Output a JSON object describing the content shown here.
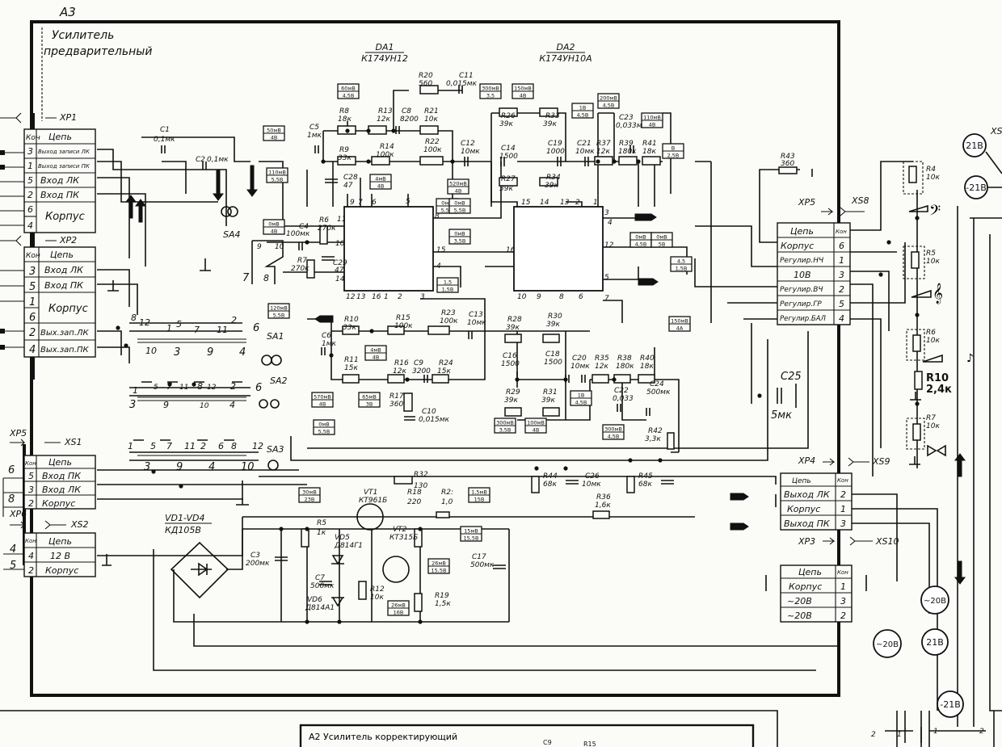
{
  "sheet": {
    "label": "A3",
    "title_line1": "Усилитель",
    "title_line2": "предварительный"
  },
  "footer_block": {
    "title": "A2  Усилитель корректирующий",
    "labels": [
      "C9",
      "R15"
    ]
  },
  "chips": [
    {
      "ref": "DA1",
      "part": "К174УН12"
    },
    {
      "ref": "DA2",
      "part": "К174УН10А"
    }
  ],
  "connectors": {
    "xp1": {
      "name": "XP1",
      "header_pin": "Кон",
      "header_net": "Цепь",
      "rows": [
        {
          "pin": "3",
          "net": "Выход записи ЛК"
        },
        {
          "pin": "1",
          "net": "Выход записи ПК"
        },
        {
          "pin": "5",
          "net": "Вход ЛК"
        },
        {
          "pin": "2",
          "net": "Вход ПК"
        },
        {
          "pin": "6",
          "net": "Корпус"
        },
        {
          "pin": "4",
          "net": ""
        }
      ]
    },
    "xp2": {
      "name": "XP2",
      "header_pin": "Кон",
      "header_net": "Цепь",
      "rows": [
        {
          "pin": "3",
          "net": "Вход ЛК"
        },
        {
          "pin": "5",
          "net": "Вход ПК"
        },
        {
          "pin": "1",
          "net": "Корпус"
        },
        {
          "pin": "6",
          "net": ""
        },
        {
          "pin": "2",
          "net": "Вых.зап.ЛК"
        },
        {
          "pin": "4",
          "net": "Вых.зап.ПК"
        }
      ]
    },
    "xs1": {
      "name": "XS1",
      "plug": "XP5",
      "header_pin": "Кон",
      "header_net": "Цепь",
      "side_pins": [
        "6",
        "8"
      ],
      "rows": [
        {
          "pin": "5",
          "net": "Вход ПК"
        },
        {
          "pin": "3",
          "net": "Вход ЛК"
        },
        {
          "pin": "2",
          "net": "Корпус"
        }
      ]
    },
    "xs2": {
      "name": "XS2",
      "plug": "XP6",
      "header_pin": "Кон",
      "header_net": "Цепь",
      "side_pins": [
        "4",
        "5"
      ],
      "rows": [
        {
          "pin": "4",
          "net": "12 В"
        },
        {
          "pin": "2",
          "net": "Корпус"
        }
      ]
    },
    "xp5_xs8": {
      "plug": "XP5",
      "socket": "XS8",
      "header_net": "Цепь",
      "header_pin": "Кон",
      "rows": [
        {
          "net": "Корпус",
          "pin": "6"
        },
        {
          "net": "Регулир.НЧ",
          "pin": "1"
        },
        {
          "net": "10В",
          "pin": "3"
        },
        {
          "net": "Регулир.ВЧ",
          "pin": "2"
        },
        {
          "net": "Регулир.ГР",
          "pin": "5"
        },
        {
          "net": "Регулир.БАЛ",
          "pin": "4"
        }
      ]
    },
    "xp4_xs9": {
      "plug": "XP4",
      "socket": "XS9",
      "header_net": "Цепь",
      "header_pin": "Кон",
      "rows": [
        {
          "net": "Выход ЛК",
          "pin": "2"
        },
        {
          "net": "Корпус",
          "pin": "1"
        },
        {
          "net": "Выход ПК",
          "pin": "3"
        }
      ]
    },
    "xp3_xs10": {
      "plug": "XP3",
      "socket": "XS10",
      "header_net": "Цепь",
      "header_pin": "Кон",
      "rows": [
        {
          "net": "Корпус",
          "pin": "1"
        },
        {
          "net": "~20В",
          "pin": "3"
        },
        {
          "net": "~20В",
          "pin": "2"
        }
      ]
    }
  },
  "switches": {
    "sa1": {
      "ref": "SA1",
      "pins": [
        "8",
        "12",
        "1",
        "5",
        "7",
        "11",
        "2",
        "6",
        "10",
        "3",
        "9",
        "4"
      ]
    },
    "sa2": {
      "ref": "SA2",
      "pins": [
        "1",
        "5",
        "7",
        "11",
        "8",
        "12",
        "2",
        "6",
        "3",
        "9",
        "10",
        "4"
      ]
    },
    "sa3": {
      "ref": "SA3",
      "pins": [
        "1",
        "5",
        "7",
        "11",
        "2",
        "6",
        "8",
        "12",
        "3",
        "9",
        "4",
        "10"
      ]
    },
    "sa4": {
      "ref": "SA4",
      "pins": [
        "9",
        "10",
        "7",
        "8"
      ]
    }
  },
  "components": {
    "c1": {
      "ref": "C1",
      "value": "0,1мк"
    },
    "c2": {
      "ref": "C2",
      "value": "0,1мк"
    },
    "c3": {
      "ref": "C3",
      "value": "200мк"
    },
    "c4": {
      "ref": "C4",
      "value": "100мк"
    },
    "c5": {
      "ref": "C5",
      "value": "1мк"
    },
    "c6": {
      "ref": "C6",
      "value": "1мк"
    },
    "c7": {
      "ref": "C7",
      "value": "500мк"
    },
    "c8": {
      "ref": "C8",
      "value": "8200"
    },
    "c9": {
      "ref": "C9",
      "value": "3200"
    },
    "c10": {
      "ref": "C10",
      "value": "0,015мк"
    },
    "c11": {
      "ref": "C11",
      "value": "0,015мк"
    },
    "c12": {
      "ref": "C12",
      "value": "10мк"
    },
    "c13": {
      "ref": "C13",
      "value": "10мк"
    },
    "c14": {
      "ref": "C14",
      "value": "1500"
    },
    "c16": {
      "ref": "C16",
      "value": "1500"
    },
    "c17": {
      "ref": "C17",
      "value": "500мк"
    },
    "c18": {
      "ref": "C18",
      "value": "1500"
    },
    "c19": {
      "ref": "C19",
      "value": "1000"
    },
    "c20": {
      "ref": "C20",
      "value": "10мк"
    },
    "c21": {
      "ref": "C21",
      "value": "10мк"
    },
    "c22": {
      "ref": "C22",
      "value": "0,033"
    },
    "c23": {
      "ref": "C23",
      "value": "0,033мк"
    },
    "c24": {
      "ref": "C24",
      "value": "500мк"
    },
    "c25": {
      "ref": "C25",
      "value": "5мк"
    },
    "c26": {
      "ref": "C26",
      "value": "10мк"
    },
    "c28": {
      "ref": "C28",
      "value": "47"
    },
    "c29": {
      "ref": "C29",
      "value": "47"
    },
    "r4": {
      "ref": "R4",
      "value": "10к"
    },
    "r5": {
      "ref": "R5",
      "value": "10к"
    },
    "r5b": {
      "ref": "R5",
      "value": "1к"
    },
    "r6": {
      "ref": "R6",
      "value": "10к"
    },
    "r7": {
      "ref": "R7",
      "value": "10к"
    },
    "r7b": {
      "ref": "R7",
      "value": "270к"
    },
    "r8": {
      "ref": "R8",
      "value": "18к"
    },
    "r6b": {
      "ref": "R6",
      "value": "270к"
    },
    "r9": {
      "ref": "R9",
      "value": "33к"
    },
    "r10": {
      "ref": "R10",
      "value": "33к"
    },
    "r10b": {
      "ref": "R10",
      "value": "2,4к"
    },
    "r11": {
      "ref": "R11",
      "value": "15к"
    },
    "r12": {
      "ref": "R12",
      "value": "10к"
    },
    "r13": {
      "ref": "R13",
      "value": "12к"
    },
    "r14": {
      "ref": "R14",
      "value": "100к"
    },
    "r15": {
      "ref": "R15",
      "value": "100к"
    },
    "r16": {
      "ref": "R16",
      "value": "12к"
    },
    "r17": {
      "ref": "R17",
      "value": "360"
    },
    "r18": {
      "ref": "R18",
      "value": "220"
    },
    "r19": {
      "ref": "R19",
      "value": "1,5к"
    },
    "r20": {
      "ref": "R20",
      "value": "560"
    },
    "r21": {
      "ref": "R21",
      "value": "10к"
    },
    "r22": {
      "ref": "R22",
      "value": "100к"
    },
    "r23": {
      "ref": "R23",
      "value": "100к"
    },
    "r24": {
      "ref": "R24",
      "value": "15к"
    },
    "r26": {
      "ref": "R26",
      "value": "39к"
    },
    "r27": {
      "ref": "R27",
      "value": "39к"
    },
    "r28": {
      "ref": "R28",
      "value": "39к"
    },
    "r29": {
      "ref": "R29",
      "value": "39к"
    },
    "r30": {
      "ref": "R30",
      "value": "39к"
    },
    "r31": {
      "ref": "R31",
      "value": "39к"
    },
    "r32": {
      "ref": "R32",
      "value": "130"
    },
    "r33": {
      "ref": "R33",
      "value": "39к"
    },
    "r34": {
      "ref": "R34",
      "value": "39к"
    },
    "r35": {
      "ref": "R35",
      "value": "12к"
    },
    "r36": {
      "ref": "R36",
      "value": "1,6к"
    },
    "r37": {
      "ref": "R37",
      "value": "12к"
    },
    "r38": {
      "ref": "R38",
      "value": "180к"
    },
    "r39": {
      "ref": "R39",
      "value": "180к"
    },
    "r40": {
      "ref": "R40",
      "value": "18к"
    },
    "r41": {
      "ref": "R41",
      "value": "18к"
    },
    "r42": {
      "ref": "R42",
      "value": "3,3к"
    },
    "r43": {
      "ref": "R43",
      "value": "360"
    },
    "r44": {
      "ref": "R44",
      "value": "68к"
    },
    "r45": {
      "ref": "R45",
      "value": "68к"
    },
    "r2x": {
      "ref": "R2:",
      "value": "1,0"
    },
    "vt1": {
      "ref": "VT1",
      "value": "КТ961Б"
    },
    "vt2": {
      "ref": "VT2",
      "value": "КТ315Б"
    },
    "vd14": {
      "ref": "VD1-VD4",
      "value": "КД105В"
    },
    "vd5": {
      "ref": "VD5",
      "value": "Д814Г1"
    },
    "vd6": {
      "ref": "VD6",
      "value": "Д814А1"
    }
  },
  "voltage_tags": [
    {
      "id": "v1",
      "top": "60мВ",
      "bottom": "4,5В"
    },
    {
      "id": "v2",
      "top": "50мВ",
      "bottom": "4В"
    },
    {
      "id": "v3",
      "top": "110мВ",
      "bottom": "5,5В"
    },
    {
      "id": "v4",
      "top": "0мВ",
      "bottom": "4В"
    },
    {
      "id": "v5",
      "top": "4мВ",
      "bottom": "4В"
    },
    {
      "id": "v6",
      "top": "120мВ",
      "bottom": "5,5В"
    },
    {
      "id": "v7",
      "top": "520мВ",
      "bottom": "4В"
    },
    {
      "id": "v8",
      "top": "0мВ",
      "bottom": "3,5В"
    },
    {
      "id": "v9",
      "top": "1,5",
      "bottom": "1,5В"
    },
    {
      "id": "v10",
      "top": "300мВ",
      "bottom": "3,5"
    },
    {
      "id": "v11",
      "top": "150мВ",
      "bottom": "4В"
    },
    {
      "id": "v12",
      "top": "1В",
      "bottom": "4,5В"
    },
    {
      "id": "v13",
      "top": "200мВ",
      "bottom": "4,5В"
    },
    {
      "id": "v14",
      "top": "110мВ",
      "bottom": "4В"
    },
    {
      "id": "v15",
      "top": "В",
      "bottom": "2,5В"
    },
    {
      "id": "v16",
      "top": "0мВ",
      "bottom": "4,5В"
    },
    {
      "id": "v17",
      "top": "0мВ",
      "bottom": "5В"
    },
    {
      "id": "v18",
      "top": "4,5",
      "bottom": "1,5В"
    },
    {
      "id": "v19",
      "top": "150мВ",
      "bottom": "4А"
    },
    {
      "id": "v20",
      "top": "570мВ",
      "bottom": "4В"
    },
    {
      "id": "v21",
      "top": "65мВ",
      "bottom": "3В"
    },
    {
      "id": "v22",
      "top": "0мВ",
      "bottom": "5,5В"
    },
    {
      "id": "v23",
      "top": "4мВ",
      "bottom": "4В"
    },
    {
      "id": "v24",
      "top": "300мВ",
      "bottom": "3,5В"
    },
    {
      "id": "v25",
      "top": "100мВ",
      "bottom": "4В"
    },
    {
      "id": "v26",
      "top": "1В",
      "bottom": "4,5В"
    },
    {
      "id": "v27",
      "top": "300мВ",
      "bottom": "4,5В"
    },
    {
      "id": "v28",
      "top": "0мВ",
      "bottom": "5,5В"
    },
    {
      "id": "v29",
      "top": "0мВ",
      "bottom": "5,5В"
    },
    {
      "id": "v30",
      "top": "30мВ",
      "bottom": "23В"
    },
    {
      "id": "v31",
      "top": "1,5мВ",
      "bottom": "15В"
    },
    {
      "id": "v32",
      "top": "15мВ",
      "bottom": "15,5В"
    },
    {
      "id": "v33",
      "top": "26мВ",
      "bottom": "15,5В"
    },
    {
      "id": "v34",
      "top": "26мВ",
      "bottom": "16В"
    }
  ],
  "power_nodes": [
    {
      "id": "p21a",
      "label": "21В"
    },
    {
      "id": "pm21a",
      "label": "-21В"
    },
    {
      "id": "p20a",
      "label": "~20В"
    },
    {
      "id": "p20b",
      "label": "~20В"
    },
    {
      "id": "p21b",
      "label": "21В"
    },
    {
      "id": "pm21b",
      "label": "-21В"
    }
  ],
  "misc": {
    "xs_edge": "XS",
    "bottom_pins": [
      "2",
      "1",
      "1",
      "2"
    ]
  }
}
